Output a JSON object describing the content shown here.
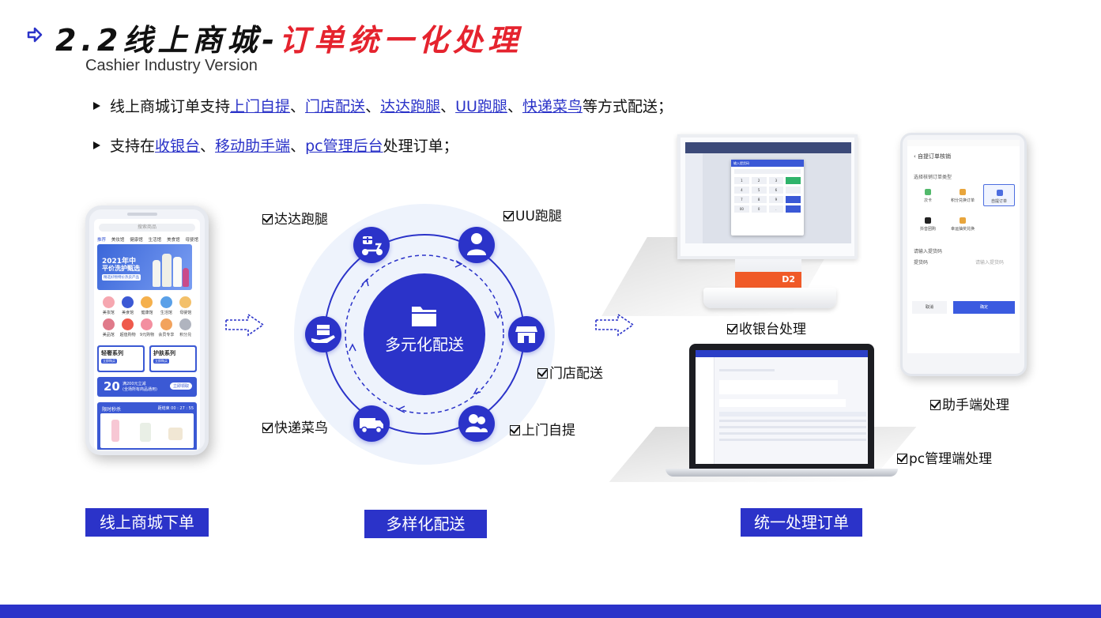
{
  "header": {
    "title_prefix": "2.2线上商城-",
    "title_highlight": "订单统一化处理",
    "subtitle": "Cashier Industry Version"
  },
  "bullets": {
    "line1": {
      "text_before": "线上商城订单支持",
      "link1": "上门自提",
      "sep1": "、",
      "link2": "门店配送",
      "sep2": "、",
      "link3": "达达跑腿",
      "sep3": "、",
      "link4": "UU跑腿",
      "sep4": "、",
      "link5": "快递菜鸟",
      "text_after": "等方式配送；"
    },
    "line2": {
      "text_before": "支持在",
      "link1": "收银台",
      "sep1": "、",
      "link2": "移动助手端",
      "sep2": "、",
      "link3": "pc管理后台",
      "text_after": "处理订单；"
    }
  },
  "phone": {
    "search_placeholder": "搜索商品",
    "tabs": [
      "推荐",
      "美妆馆",
      "健康馆",
      "生活馆",
      "美食馆",
      "母婴馆"
    ],
    "banner_year": "2021年中",
    "banner_title": "平价洗护甄选",
    "banner_tag": "精选好物特价热卖产品",
    "categories": [
      "美妆馆",
      "美食馆",
      "健康馆",
      "生活馆",
      "母婴馆",
      "美品馆",
      "超值购物",
      "9元购物",
      "会员专享",
      "积分兑"
    ],
    "card1_title": "轻奢系列",
    "card1_tag": "立即购买",
    "card2_title": "护肤系列",
    "card2_tag": "立即购买",
    "coupon_amount": "20",
    "coupon_text": "满200元立减",
    "coupon_sub": "(全场所有商品通用)",
    "coupon_button": "立即领取",
    "flash_title": "限时秒杀",
    "flash_timer": "距结束 00 : 27 : 55"
  },
  "diagram": {
    "center_label": "多元化配送",
    "labels": {
      "dada": "达达跑腿",
      "uu": "UU跑腿",
      "store": "门店配送",
      "pickup": "上门自提",
      "express": "快递菜鸟"
    },
    "icons": [
      "scooter-icon",
      "person-icon",
      "store-icon",
      "people-icon",
      "delivery-truck-icon",
      "box-hand-icon",
      "folder-icon"
    ]
  },
  "devices": {
    "pos_label": "收银台处理",
    "pos_brand": "D2",
    "pos_modal_title": "输入提货码",
    "handset_label": "助手端处理",
    "handset_title": "自提订单核销",
    "handset_section": "选择核销订单类型",
    "handset_options": [
      "次卡",
      "积分兑换订单",
      "自提订单",
      "抖音团购",
      "幸运抽奖兑换"
    ],
    "handset_input_section": "请输入提货码",
    "handset_input_label": "提货码",
    "handset_input_placeholder": "请输入提货码",
    "handset_cancel": "取消",
    "handset_confirm": "确定",
    "pc_label": "pc管理端处理"
  },
  "footer_buttons": {
    "step1": "线上商城下单",
    "step2": "多样化配送",
    "step3": "统一处理订单"
  },
  "colors": {
    "brand_blue": "#2b33c9",
    "highlight_red": "#e5232e",
    "link_blue": "#2a32c8"
  }
}
